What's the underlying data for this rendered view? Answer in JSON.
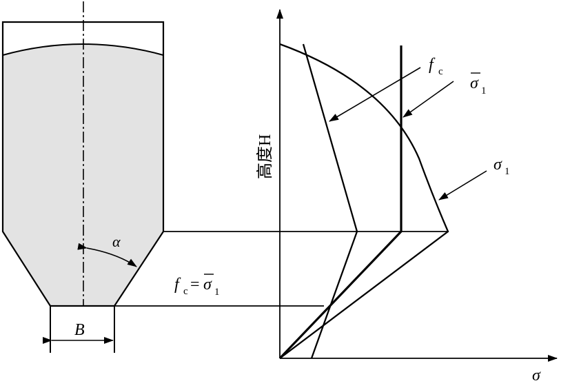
{
  "colors": {
    "material_fill": "#e3e3e3",
    "line": "#000000",
    "background": "#ffffff"
  },
  "labels": {
    "y_axis": "高度H",
    "x_axis": "σ",
    "fc": "f",
    "fc_sub": "c",
    "sigma1_bar": "σ",
    "sigma1_bar_sub": "1",
    "sigma1": "σ",
    "sigma1_sub": "1",
    "alpha": "α",
    "width": "B",
    "equal_fc": "f",
    "equal_fc_sub": "c",
    "equal_sign": "=",
    "equal_sigma": "σ",
    "equal_sigma_sub": "1"
  }
}
